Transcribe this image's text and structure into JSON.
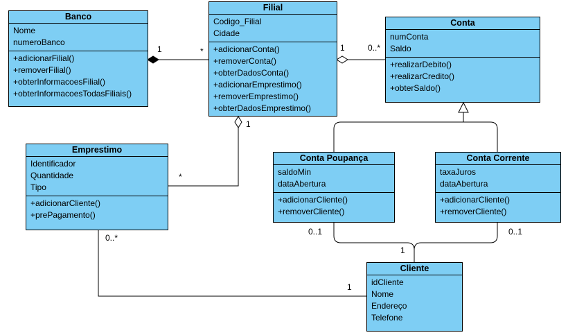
{
  "classes": {
    "banco": {
      "name": "Banco",
      "attributes": [
        "Nome",
        "numeroBanco"
      ],
      "methods": [
        "+adicionarFilial()",
        "+removerFilial()",
        "+obterInformacoesFilial()",
        "+obterInformacoesTodasFiliais()"
      ]
    },
    "filial": {
      "name": "Filial",
      "attributes": [
        "Codigo_Filial",
        "Cidade"
      ],
      "methods": [
        "+adicionarConta()",
        "+removerConta()",
        "+obterDadosConta()",
        "+adicionarEmprestimo()",
        "+removerEmprestimo()",
        "+obterDadosEmprestimo()"
      ]
    },
    "conta": {
      "name": "Conta",
      "attributes": [
        "numConta",
        "Saldo"
      ],
      "methods": [
        "+realizarDebito()",
        "+realizarCredito()",
        "+obterSaldo()"
      ]
    },
    "emprestimo": {
      "name": "Emprestimo",
      "attributes": [
        "Identificador",
        "Quantidade",
        "Tipo"
      ],
      "methods": [
        "+adicionarCliente()",
        "+prePagamento()"
      ]
    },
    "contaPoupanca": {
      "name": "Conta Poupança",
      "attributes": [
        "saldoMin",
        "dataAbertura"
      ],
      "methods": [
        "+adicionarCliente()",
        "+removerCliente()"
      ]
    },
    "contaCorrente": {
      "name": "Conta Corrente",
      "attributes": [
        "taxaJuros",
        "dataAbertura"
      ],
      "methods": [
        "+adicionarCliente()",
        "+removerCliente()"
      ]
    },
    "cliente": {
      "name": "Cliente",
      "attributes": [
        "idCliente",
        "Nome",
        "Endereço",
        "Telefone"
      ]
    }
  },
  "multiplicities": {
    "banco_filial_banco": "1",
    "banco_filial_filial": "*",
    "filial_conta_filial": "1",
    "filial_conta_conta": "0..*",
    "filial_emprestimo_filial": "1",
    "filial_emprestimo_emprestimo": "*",
    "emprestimo_cliente_emprestimo": "0..*",
    "emprestimo_cliente_cliente": "1",
    "poupanca_cliente_poupanca": "0..1",
    "corrente_cliente_corrente": "0..1",
    "contas_cliente_cliente": "1"
  }
}
